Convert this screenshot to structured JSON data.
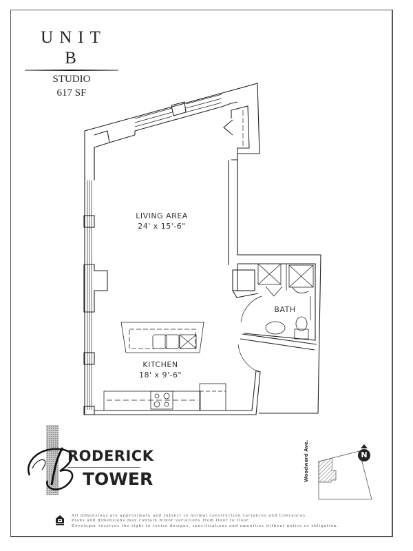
{
  "header": {
    "unit_title": "UNIT B",
    "unit_type": "STUDIO",
    "unit_size": "617 SF"
  },
  "rooms": [
    {
      "name": "LIVING AREA",
      "dimensions": "24' x 15'-6\""
    },
    {
      "name": "BATH",
      "dimensions": ""
    },
    {
      "name": "KITCHEN",
      "dimensions": "18' x 9'-6\""
    }
  ],
  "fixtures": {
    "kitchen": [
      "island",
      "double-sink",
      "dishwasher",
      "cooktop",
      "refrigerator",
      "counter"
    ],
    "bath": [
      "shower",
      "linen-closet",
      "vanity-sink",
      "toilet"
    ],
    "other": [
      "closet",
      "entry-door",
      "bath-door"
    ]
  },
  "branding": {
    "logo_initial": "B",
    "logo_word1": "RODERICK",
    "logo_word2": "TOWER"
  },
  "keymap": {
    "street_label": "Woodward Ave.",
    "north_label": "N"
  },
  "footer": {
    "icon": "equal-housing-opportunity-icon",
    "disclaimer_lines": [
      "All dimensions are approximate and subject to normal construction variances and tolerances.",
      "Plans and dimensions may contain minor variations from floor to floor.",
      "Developer reserves the right to revise designs, specifications and amenities without notice or obligation."
    ]
  },
  "colors": {
    "line": "#222222",
    "frame": "#555555",
    "hatch": "#777777",
    "background": "#ffffff"
  }
}
